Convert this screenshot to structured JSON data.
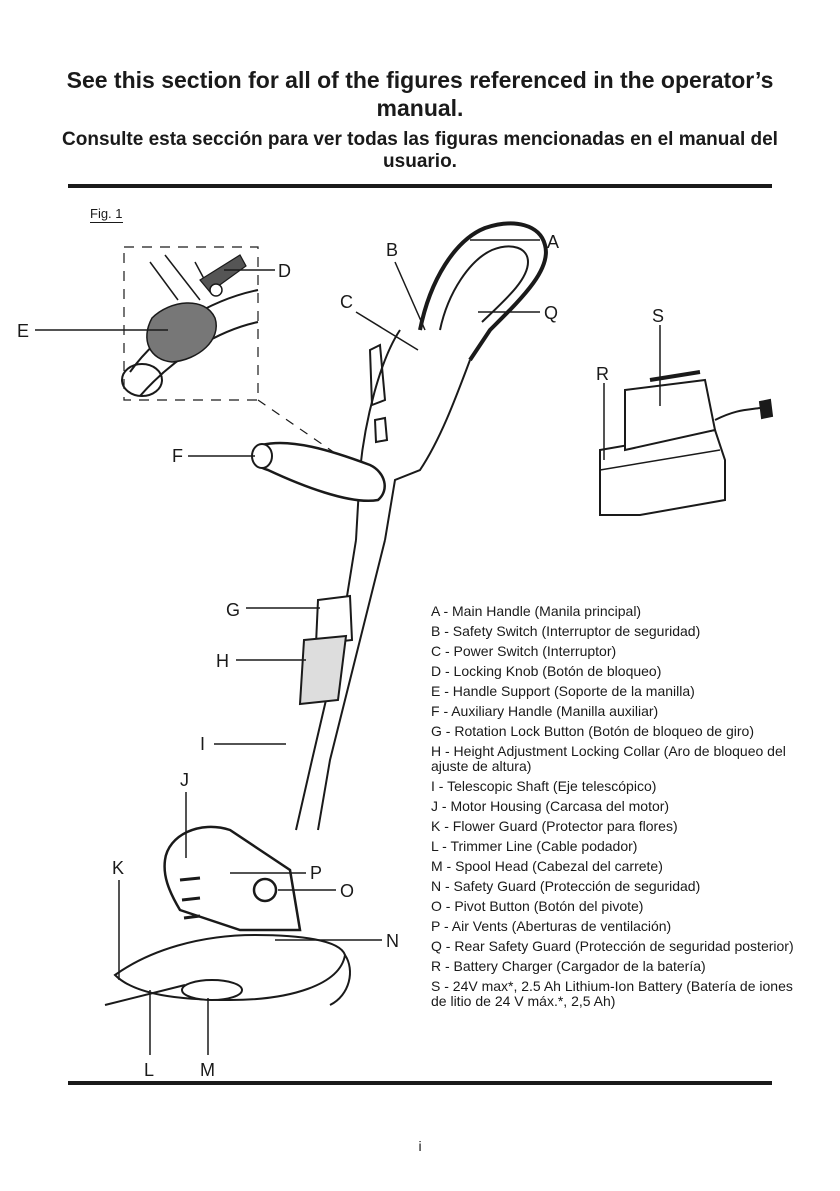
{
  "header": {
    "title_en": "See this section for all of the figures referenced in the operator’s manual.",
    "title_es": "Consulte esta sección para ver todas las figuras mencionadas en el manual del usuario."
  },
  "figure": {
    "label": "Fig. 1",
    "callouts": {
      "A": "A",
      "B": "B",
      "C": "C",
      "D": "D",
      "E": "E",
      "F": "F",
      "G": "G",
      "H": "H",
      "I": "I",
      "J": "J",
      "K": "K",
      "L": "L",
      "M": "M",
      "N": "N",
      "O": "O",
      "P": "P",
      "Q": "Q",
      "R": "R",
      "S": "S"
    }
  },
  "legend": [
    "A - Main Handle (Manila principal)",
    "B - Safety Switch (Interruptor de seguridad)",
    "C - Power Switch (Interruptor)",
    "D - Locking Knob (Botón de bloqueo)",
    "E - Handle Support (Soporte de la manilla)",
    "F - Auxiliary Handle (Manilla auxiliar)",
    "G - Rotation Lock Button (Botón de bloqueo de giro)",
    "H - Height Adjustment Locking Collar (Aro de bloqueo del ajuste de altura)",
    "I - Telescopic Shaft (Eje telescópico)",
    "J - Motor Housing (Carcasa del motor)",
    "K - Flower Guard (Protector para flores)",
    "L - Trimmer Line (Cable podador)",
    "M - Spool Head (Cabezal del carrete)",
    "N - Safety Guard (Protección de seguridad)",
    "O - Pivot Button (Botón del pivote)",
    "P - Air Vents (Aberturas de ventilación)",
    "Q - Rear Safety Guard (Protección de seguridad posterior)",
    "R - Battery Charger (Cargador de la batería)",
    "S - 24V max*, 2.5 Ah Lithium-Ion Battery (Batería de iones de litio de 24 V máx.*, 2,5 Ah)"
  ],
  "footer": {
    "page_number": "i"
  }
}
